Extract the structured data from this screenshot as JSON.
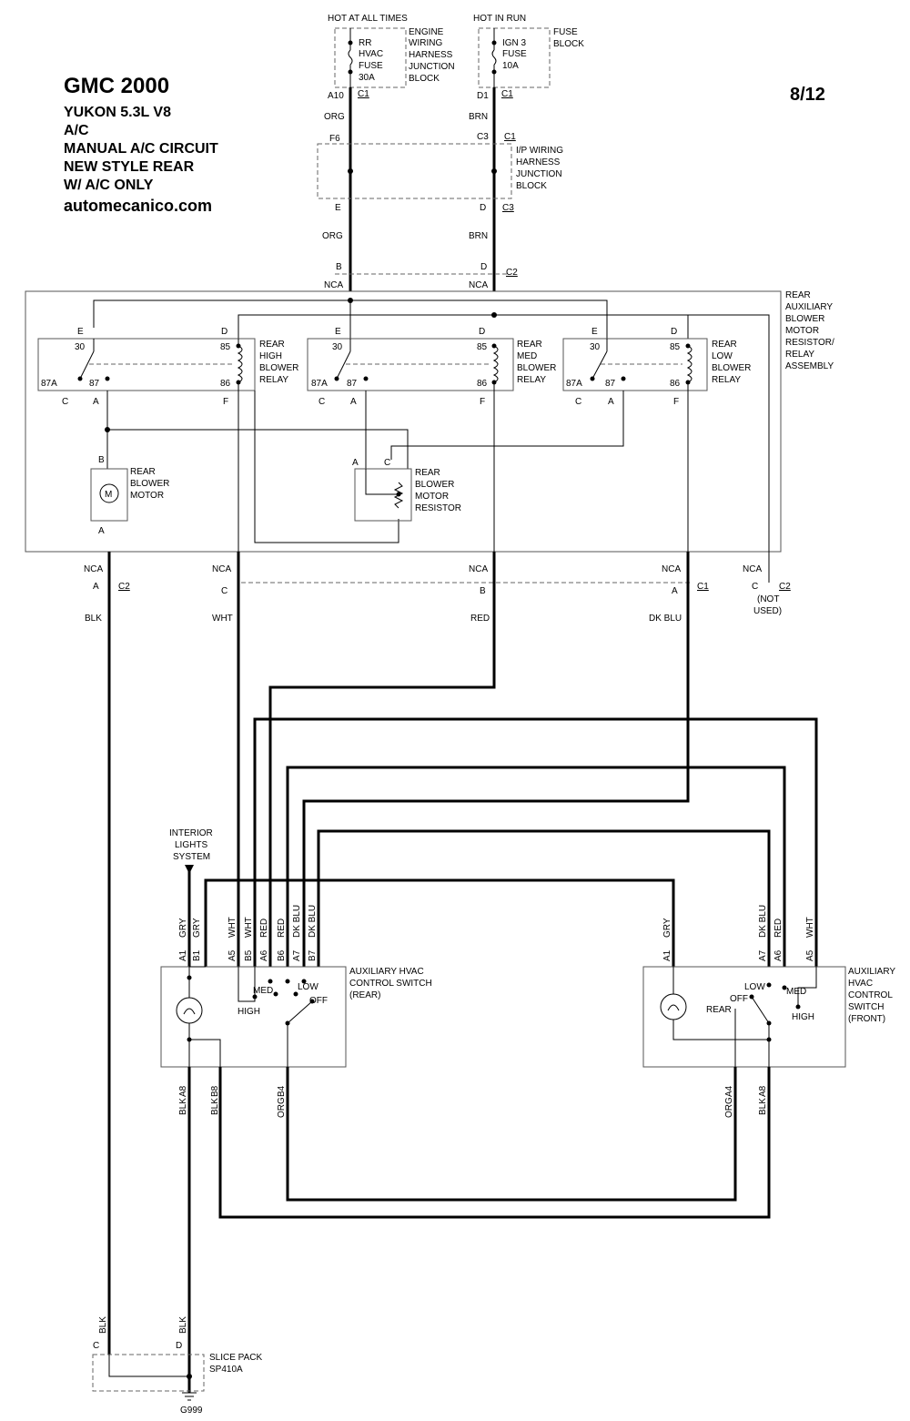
{
  "title": {
    "line1": "GMC 2000",
    "line2": "YUKON  5.3L  V8",
    "line3": "A/C",
    "line4": "MANUAL A/C CIRCUIT",
    "line5": "NEW STYLE REAR",
    "line6": "W/ A/C ONLY",
    "line7": "automecanico.com"
  },
  "page_number": "8/12",
  "power": {
    "hot_at_all_times": "HOT AT ALL TIMES",
    "hot_in_run": "HOT IN RUN",
    "fuse1": [
      "RR",
      "HVAC",
      "FUSE",
      "30A"
    ],
    "fuse2": [
      "IGN 3",
      "FUSE",
      "10A"
    ],
    "engine_block": [
      "ENGINE",
      "WIRING",
      "HARNESS",
      "JUNCTION",
      "BLOCK"
    ],
    "fuse_block": [
      "FUSE",
      "BLOCK"
    ],
    "ip_block": [
      "I/P WIRING",
      "HARNESS",
      "JUNCTION",
      "BLOCK"
    ]
  },
  "connectors": {
    "a10": "A10",
    "d1": "D1",
    "c1": "C1",
    "c2": "C2",
    "c3": "C3",
    "f6": "F6",
    "e": "E",
    "d": "D",
    "b": "B",
    "a": "A",
    "c": "C",
    "f": "F"
  },
  "wires": {
    "org": "ORG",
    "brn": "BRN",
    "nca": "NCA",
    "blk": "BLK",
    "wht": "WHT",
    "red": "RED",
    "dk_blu": "DK BLU",
    "gry": "GRY"
  },
  "assembly": [
    "REAR",
    "AUXILIARY",
    "BLOWER",
    "MOTOR",
    "RESISTOR/",
    "RELAY",
    "ASSEMBLY"
  ],
  "relays": {
    "high": [
      "REAR",
      "HIGH",
      "BLOWER",
      "RELAY"
    ],
    "med": [
      "REAR",
      "MED",
      "BLOWER",
      "RELAY"
    ],
    "low": [
      "REAR",
      "LOW",
      "BLOWER",
      "RELAY"
    ],
    "pins": {
      "p30": "30",
      "p85": "85",
      "p87a": "87A",
      "p87": "87",
      "p86": "86"
    }
  },
  "motor": {
    "label": [
      "REAR",
      "BLOWER",
      "MOTOR"
    ],
    "symbol": "M"
  },
  "resistor": [
    "REAR",
    "BLOWER",
    "MOTOR",
    "RESISTOR"
  ],
  "not_used": [
    "(NOT",
    "USED)"
  ],
  "interior_lights": [
    "INTERIOR",
    "LIGHTS",
    "SYSTEM"
  ],
  "rear_switch": {
    "label": [
      "AUXILIARY HVAC",
      "CONTROL SWITCH",
      "(REAR)"
    ],
    "top_pins": [
      "A1",
      "B1",
      "A5",
      "B5",
      "A6",
      "B6",
      "A7",
      "B7"
    ],
    "top_wires": [
      "GRY",
      "GRY",
      "WHT",
      "WHT",
      "RED",
      "RED",
      "DK BLU",
      "DK BLU"
    ],
    "bottom_pins": [
      "A8",
      "B8",
      "B4"
    ],
    "bottom_wires": [
      "BLK",
      "BLK",
      "ORG"
    ],
    "positions": {
      "high": "HIGH",
      "med": "MED",
      "low": "LOW",
      "off": "OFF"
    }
  },
  "front_switch": {
    "label": [
      "AUXILIARY",
      "HVAC",
      "CONTROL",
      "SWITCH",
      "(FRONT)"
    ],
    "top_pins": [
      "A1",
      "A7",
      "A6",
      "A5"
    ],
    "top_wires": [
      "GRY",
      "DK BLU",
      "RED",
      "WHT"
    ],
    "bottom_pins": [
      "A4",
      "A8"
    ],
    "bottom_wires": [
      "ORG",
      "BLK"
    ],
    "positions": {
      "low": "LOW",
      "med": "MED",
      "off": "OFF",
      "rear": "REAR",
      "high": "HIGH"
    }
  },
  "splice": {
    "label": [
      "SLICE PACK",
      "SP410A"
    ],
    "ground": "G999"
  }
}
